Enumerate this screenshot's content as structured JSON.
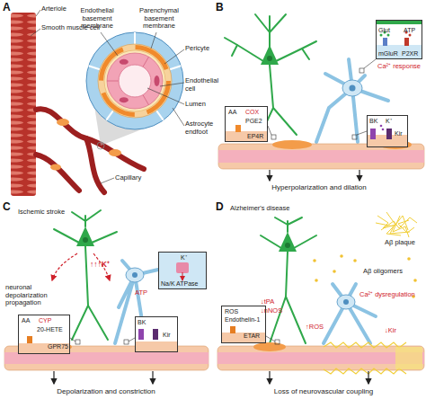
{
  "diagram": {
    "nodes": [
      {
        "text": [
          "Glut",
          "ATP",
          "mGluR",
          "P2XR"
        ]
      },
      {
        "text": [
          "AA",
          "COX",
          "PGE2",
          "EP4R"
        ]
      },
      {
        "text": [
          "BK",
          "K⁺",
          "Kir"
        ]
      },
      {
        "text": [
          "K⁺",
          "Na/K ATPase"
        ]
      },
      {
        "text": [
          "AA",
          "CYP",
          "20-HETE",
          "GPR75"
        ]
      },
      {
        "text": [
          "BK",
          "Kir"
        ]
      },
      {
        "text": [
          "ROS",
          "Endothelin-1",
          "ETAR"
        ]
      }
    ],
    "labels": [
      "A",
      "Arteriole",
      "Smooth muscle cell",
      "Endothelial basement membrane",
      "Parenchymal basement membrane",
      "Pericyte",
      "Endothelial cell",
      "Lumen",
      "Astrocyte endfoot",
      "Capillary",
      "B",
      "Ca²⁺ response",
      "Hyperpolarization and dilation",
      "C",
      "Ischemic stroke",
      "↑↑↑K⁺",
      "neuronal depolarization propagation",
      "ATP",
      "Depolarization and constriction",
      "D",
      "Alzheimer's disease",
      "Aβ plaque",
      "Aβ oligomers",
      "↓tPA",
      "↓nNOS",
      "Ca²⁺ dysregulation",
      "↓Kir",
      "↑ROS",
      "Loss of neurovascular coupling"
    ]
  }
}
